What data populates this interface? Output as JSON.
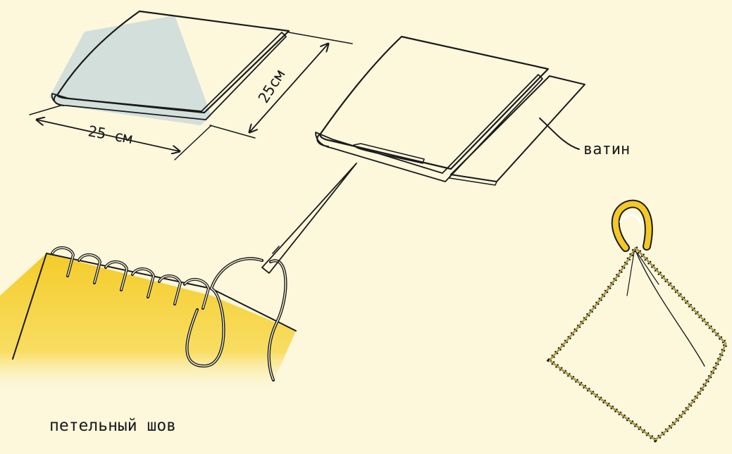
{
  "labels": {
    "width": "25 см",
    "height": "25см",
    "batting": "ватин",
    "stitch": "петельный шов"
  },
  "colors": {
    "background": "#fdf7dc",
    "fabric": "#f6d230",
    "fabric_light": "#fbe98a",
    "fabric_shadow": "#e9b61c",
    "batting": "#b9ccd6",
    "ink": "#1a1a1a"
  }
}
